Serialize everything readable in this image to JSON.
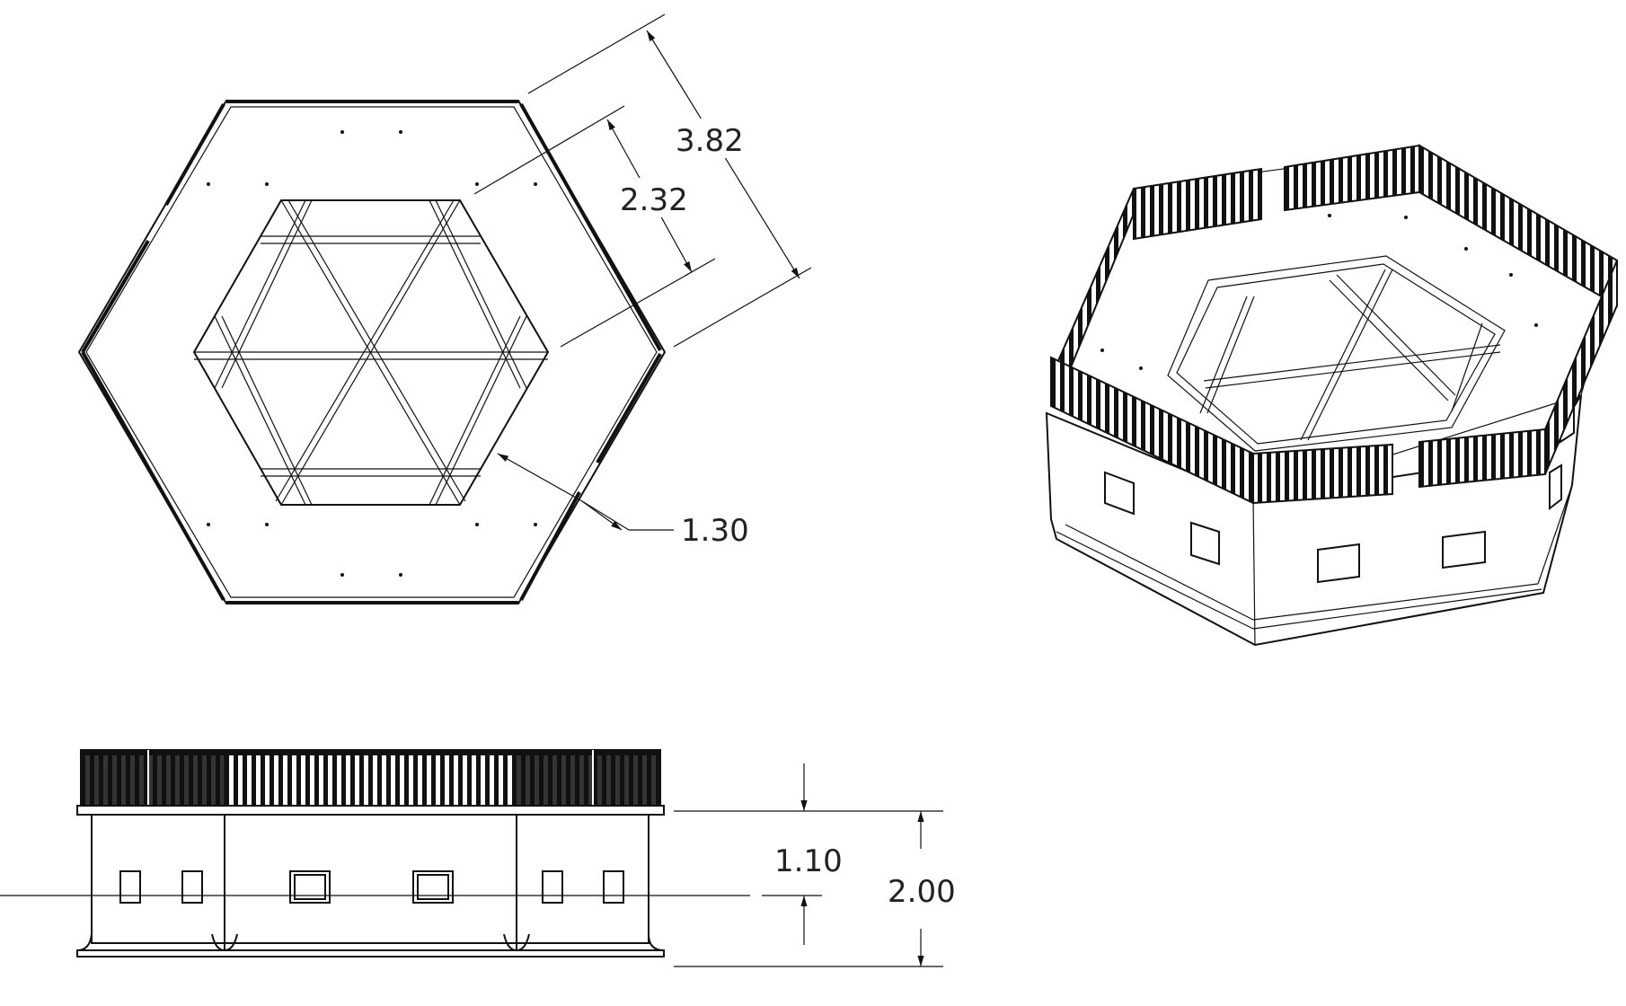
{
  "drawing": {
    "top_view": {
      "dim_outer": "3.82",
      "dim_inner": "2.32",
      "dim_wall": "1.30"
    },
    "front_view": {
      "dim_window_height": "1.10",
      "dim_total_height": "2.00"
    }
  }
}
